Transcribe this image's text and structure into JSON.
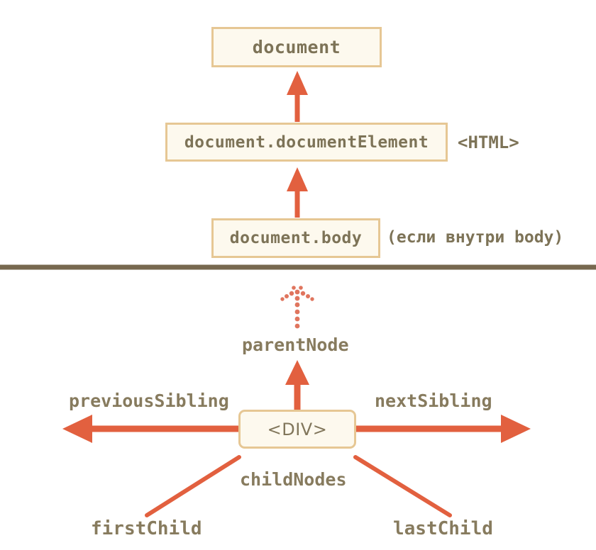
{
  "diagram": {
    "title": "DOM navigation properties",
    "colors": {
      "arrow": "#e2603f",
      "box_border": "#e6c794",
      "box_fill": "#fdf9ee",
      "text": "#7d7357",
      "divider": "#77684f",
      "background": "#ffffff"
    },
    "top_section": {
      "boxes": [
        {
          "label": "document"
        },
        {
          "label": "document.documentElement"
        },
        {
          "label": "document.body"
        }
      ],
      "notes": [
        {
          "label": "<HTML>"
        },
        {
          "label": "(если внутри body)"
        }
      ],
      "arrows": [
        {
          "name": "documentelement-to-document",
          "style": "solid",
          "direction": "up"
        },
        {
          "name": "body-to-documentelement",
          "style": "solid",
          "direction": "up"
        }
      ]
    },
    "bottom_section": {
      "center_node": {
        "label": "<DIV>"
      },
      "relations": [
        {
          "name": "parentNode",
          "label": "parentNode",
          "direction": "up",
          "style": "solid"
        },
        {
          "name": "previousSibling",
          "label": "previousSibling",
          "direction": "left",
          "style": "solid"
        },
        {
          "name": "nextSibling",
          "label": "nextSibling",
          "direction": "right",
          "style": "solid"
        },
        {
          "name": "childNodes",
          "label": "childNodes",
          "direction": "down",
          "style": "none"
        },
        {
          "name": "firstChild",
          "label": "firstChild",
          "direction": "down-left",
          "style": "line"
        },
        {
          "name": "lastChild",
          "label": "lastChild",
          "direction": "down-right",
          "style": "line"
        }
      ],
      "dotted_arrow": {
        "name": "parent-chain-dotted",
        "style": "dotted",
        "direction": "up"
      }
    }
  }
}
